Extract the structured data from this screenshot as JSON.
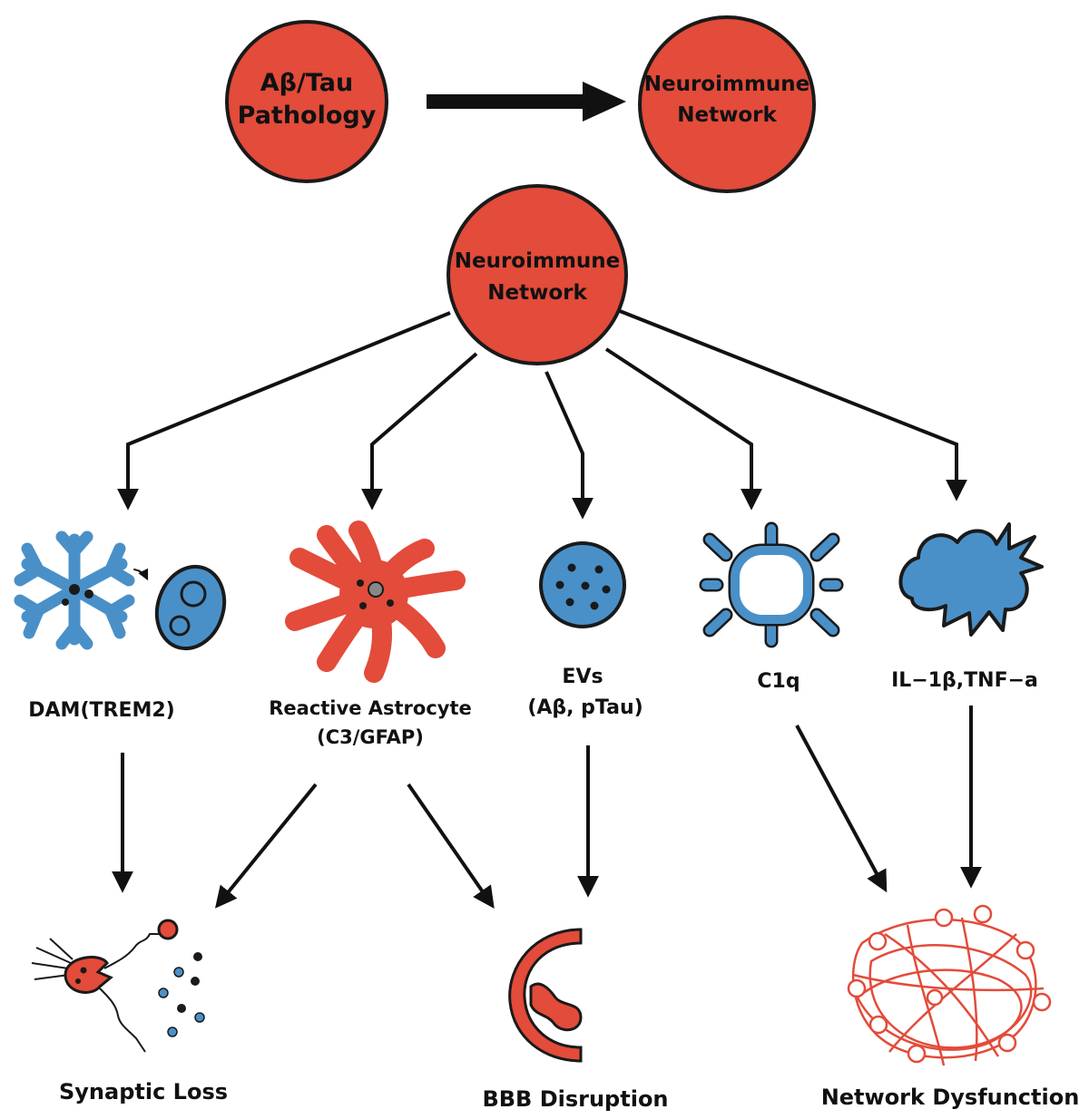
{
  "colors": {
    "node_fill": "#e34b3a",
    "node_stroke": "#1a1a1a",
    "blue": "#4a90c8",
    "red": "#e34b3a",
    "arrow": "#111111"
  },
  "top_nodes": {
    "pathology": {
      "line1": "Aβ/Tau",
      "line2": "Pathology"
    },
    "network": {
      "line1": "Neuroimmune",
      "line2": "Network"
    }
  },
  "hub": {
    "line1": "Neuroimmune",
    "line2": "Network"
  },
  "mediators": [
    {
      "icon": "microglia-icon",
      "line1": "DAM(TREM2)",
      "line2": ""
    },
    {
      "icon": "astrocyte-icon",
      "line1": "Reactive Astrocyte",
      "line2": "(C3/GFAP)"
    },
    {
      "icon": "vesicle-icon",
      "line1": "EVs",
      "line2": "(Aβ, pTau)"
    },
    {
      "icon": "complement-icon",
      "line1": "C1q",
      "line2": ""
    },
    {
      "icon": "cytokine-cloud-icon",
      "line1": "IL−1β,TNF−a",
      "line2": ""
    }
  ],
  "outcomes": [
    {
      "icon": "synapse-icon",
      "label": "Synaptic Loss"
    },
    {
      "icon": "barrier-icon",
      "label": "BBB Disruption"
    },
    {
      "icon": "tangled-network-icon",
      "label": "Network Dysfunction"
    }
  ]
}
